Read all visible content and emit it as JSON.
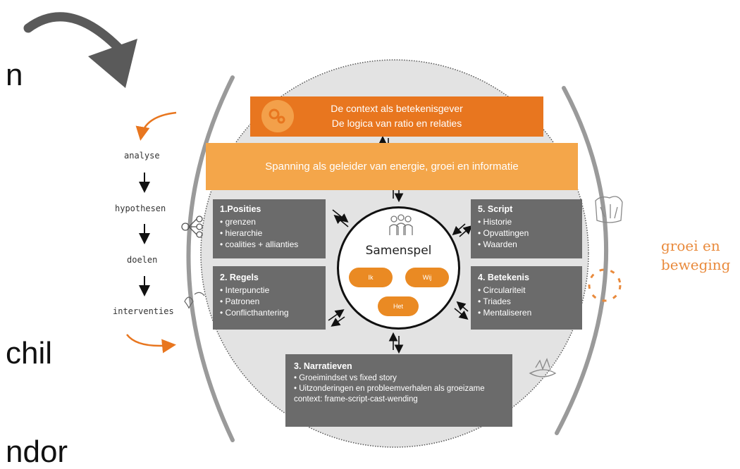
{
  "fragments": {
    "top": "n",
    "middle": "chil",
    "bottom": "ndor"
  },
  "process": {
    "steps": [
      "analyse",
      "hypothesen",
      "doelen",
      "interventies"
    ]
  },
  "context": {
    "line1": "De context als betekenisgever",
    "line2": "De logica van ratio en relaties"
  },
  "tension": "Spanning als geleider van energie, groei en informatie",
  "center": {
    "title": "Samenspel",
    "pills": [
      "Ik",
      "Wij",
      "Het"
    ]
  },
  "boxes": {
    "posities": {
      "title": "1.Posities",
      "items": [
        "grenzen",
        "hierarchie",
        "coalities + allianties"
      ]
    },
    "regels": {
      "title": "2. Regels",
      "items": [
        "Interpunctie",
        "Patronen",
        "Conflicthantering"
      ]
    },
    "narratieven": {
      "title": "3. Narratieven",
      "items": [
        "Groeimindset vs fixed story",
        "Uitzonderingen en probleemverhalen als groeizame context: frame-script-cast-wending"
      ]
    },
    "betekenis": {
      "title": "4. Betekenis",
      "items": [
        "Circulariteit",
        "Triades",
        "Mentaliseren"
      ]
    },
    "script": {
      "title": "5. Script",
      "items": [
        "Historie",
        "Opvattingen",
        "Waarden"
      ]
    }
  },
  "growth": {
    "line1": "groei en",
    "line2": "beweging"
  },
  "colors": {
    "orange_dark": "#e8761f",
    "orange_light": "#f4a64a",
    "box_grey": "#6b6b6b",
    "circle_bg": "#e3e3e3",
    "accent_text": "#e98a3c"
  }
}
